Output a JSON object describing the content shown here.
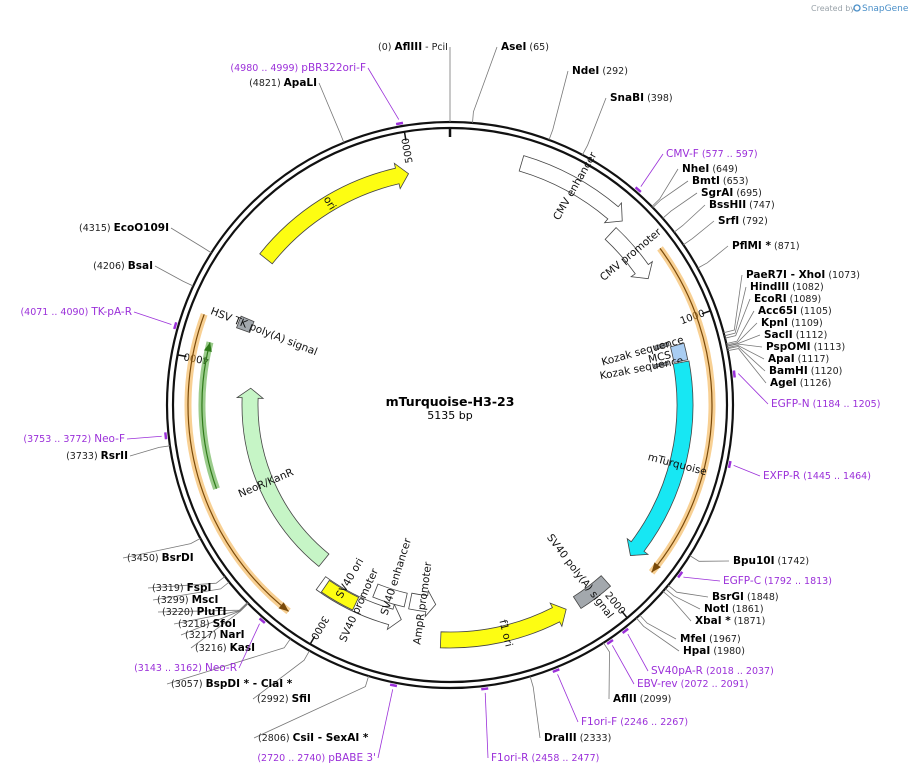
{
  "credit": {
    "prefix": "Created by",
    "brand": "SnapGene"
  },
  "plasmid": {
    "name": "mTurquoise-H3-23",
    "size_label": "5135 bp",
    "length": 5135
  },
  "ticks": [
    {
      "pos": 1000,
      "label": "1000"
    },
    {
      "pos": 2000,
      "label": "2000"
    },
    {
      "pos": 3000,
      "label": "3000"
    },
    {
      "pos": 4000,
      "label": "4000"
    },
    {
      "pos": 5000,
      "label": "5000"
    }
  ],
  "sites": [
    {
      "id": "s1",
      "name": "AflIII",
      "pre": "(0)",
      "post": "- PciI",
      "pos": 0
    },
    {
      "id": "s2",
      "name": "AseI",
      "post": "(65)",
      "pos": 65
    },
    {
      "id": "s3",
      "name": "NdeI",
      "post": "(292)",
      "pos": 292
    },
    {
      "id": "s4",
      "name": "SnaBI",
      "post": "(398)",
      "pos": 398
    },
    {
      "id": "s5",
      "name": "NheI",
      "post": "(649)",
      "pos": 649
    },
    {
      "id": "s6",
      "name": "BmtI",
      "post": "(653)",
      "pos": 653
    },
    {
      "id": "s7",
      "name": "SgrAI",
      "post": "(695)",
      "pos": 695
    },
    {
      "id": "s8",
      "name": "BssHII",
      "post": "(747)",
      "pos": 747
    },
    {
      "id": "s9",
      "name": "SrfI",
      "post": "(792)",
      "pos": 792
    },
    {
      "id": "s10",
      "name": "PflMI *",
      "post": "(871)",
      "pos": 871
    },
    {
      "id": "s11",
      "name": "PaeR7I",
      "mid": "- XhoI",
      "post": "(1073)",
      "pos": 1073
    },
    {
      "id": "s12",
      "name": "HindIII",
      "post": "(1082)",
      "pos": 1082
    },
    {
      "id": "s13",
      "name": "EcoRI",
      "post": "(1089)",
      "pos": 1089
    },
    {
      "id": "s14",
      "name": "Acc65I",
      "post": "(1105)",
      "pos": 1105
    },
    {
      "id": "s15",
      "name": "KpnI",
      "post": "(1109)",
      "pos": 1109
    },
    {
      "id": "s16",
      "name": "SacII",
      "post": "(1112)",
      "pos": 1112
    },
    {
      "id": "s17",
      "name": "PspOMI",
      "post": "(1113)",
      "pos": 1113
    },
    {
      "id": "s18",
      "name": "ApaI",
      "post": "(1117)",
      "pos": 1117
    },
    {
      "id": "s19",
      "name": "BamHI",
      "post": "(1120)",
      "pos": 1120
    },
    {
      "id": "s20",
      "name": "AgeI",
      "post": "(1126)",
      "pos": 1126
    },
    {
      "id": "s21",
      "name": "Bpu10I",
      "post": "(1742)",
      "pos": 1742
    },
    {
      "id": "s22",
      "name": "BsrGI",
      "post": "(1848)",
      "pos": 1848
    },
    {
      "id": "s23",
      "name": "NotI",
      "post": "(1861)",
      "pos": 1861
    },
    {
      "id": "s24",
      "name": "XbaI *",
      "post": "(1871)",
      "pos": 1871
    },
    {
      "id": "s25",
      "name": "MfeI",
      "post": "(1967)",
      "pos": 1967
    },
    {
      "id": "s26",
      "name": "HpaI",
      "post": "(1980)",
      "pos": 1980
    },
    {
      "id": "s27",
      "name": "AflII",
      "post": "(2099)",
      "pos": 2099
    },
    {
      "id": "s28",
      "name": "DraIII",
      "post": "(2333)",
      "pos": 2333
    },
    {
      "id": "s29",
      "name": "CsiI",
      "pre": "(2806)",
      "mid": "- SexAI *",
      "pos": 2806
    },
    {
      "id": "s30",
      "name": "SfiI",
      "pre": "(2992)",
      "pos": 2992
    },
    {
      "id": "s31",
      "name": "BspDI *",
      "pre": "(3057)",
      "mid": "- ClaI *",
      "pos": 3057
    },
    {
      "id": "s32",
      "name": "KasI",
      "pre": "(3216)",
      "pos": 3216
    },
    {
      "id": "s33",
      "name": "NarI",
      "pre": "(3217)",
      "pos": 3217
    },
    {
      "id": "s34",
      "name": "SfoI",
      "pre": "(3218)",
      "pos": 3218
    },
    {
      "id": "s35",
      "name": "PluTI",
      "pre": "(3220)",
      "pos": 3220
    },
    {
      "id": "s36",
      "name": "MscI",
      "pre": "(3299)",
      "pos": 3299
    },
    {
      "id": "s37",
      "name": "FspI",
      "pre": "(3319)",
      "pos": 3319
    },
    {
      "id": "s38",
      "name": "BsrDI",
      "pre": "(3450)",
      "pos": 3450
    },
    {
      "id": "s39",
      "name": "RsrII",
      "pre": "(3733)",
      "pos": 3733
    },
    {
      "id": "s40",
      "name": "BsaI",
      "pre": "(4206)",
      "pos": 4206
    },
    {
      "id": "s41",
      "name": "EcoO109I",
      "pre": "(4315)",
      "pos": 4315
    },
    {
      "id": "s42",
      "name": "ApaLI",
      "pre": "(4821)",
      "pos": 4821
    }
  ],
  "primers": [
    {
      "id": "p1",
      "name": "CMV-F",
      "range": "(577 .. 597)",
      "pos": 587
    },
    {
      "id": "p2",
      "name": "EGFP-N",
      "range": "(1184 .. 1205)",
      "pos": 1195
    },
    {
      "id": "p3",
      "name": "EXFP-R",
      "range": "(1445 .. 1464)",
      "pos": 1455
    },
    {
      "id": "p4",
      "name": "EGFP-C",
      "range": "(1792 .. 1813)",
      "pos": 1803
    },
    {
      "id": "p5",
      "name": "SV40pA-R",
      "range": "(2018 .. 2037)",
      "pos": 2028
    },
    {
      "id": "p6",
      "name": "EBV-rev",
      "range": "(2072 .. 2091)",
      "pos": 2082
    },
    {
      "id": "p7",
      "name": "F1ori-F",
      "range": "(2246 .. 2267)",
      "pos": 2257
    },
    {
      "id": "p8",
      "name": "F1ori-R",
      "range": "(2458 .. 2477)",
      "pos": 2468
    },
    {
      "id": "p9",
      "name": "pBABE 3'",
      "range": "(2720 .. 2740)",
      "pos": 2730
    },
    {
      "id": "p10",
      "name": "Neo-R",
      "range": "(3143 .. 3162)",
      "pos": 3153
    },
    {
      "id": "p11",
      "name": "Neo-F",
      "range": "(3753 .. 3772)",
      "pos": 3763
    },
    {
      "id": "p12",
      "name": "TK-pA-R",
      "range": "(4071 .. 4090)",
      "pos": 4081
    },
    {
      "id": "p13",
      "name": "pBR322ori-F",
      "range": "(4980 .. 4999)",
      "pos": 4990
    }
  ],
  "features": [
    {
      "id": "f1",
      "name": "CMV enhancer",
      "start": 235,
      "end": 615,
      "color": "#ffffff",
      "dir": 1
    },
    {
      "id": "f2",
      "name": "CMV promoter",
      "start": 615,
      "end": 820,
      "color": "#ffffff",
      "dir": 1
    },
    {
      "id": "f3",
      "name": "Kozak sequence",
      "start": 1055,
      "end": 1068,
      "color": "#9aa0a6",
      "dir": 0
    },
    {
      "id": "f4",
      "name": "MCS",
      "start": 1073,
      "end": 1130,
      "color": "#a9cdf2",
      "dir": 0
    },
    {
      "id": "f5",
      "name": "Kozak sequence",
      "start": 1125,
      "end": 1135,
      "color": "#9aa0a6",
      "dir": 0
    },
    {
      "id": "f6",
      "name": "mTurquoise",
      "start": 1135,
      "end": 1852,
      "color": "#17e7f3",
      "dir": 1
    },
    {
      "id": "f7",
      "name": "SV40 poly(A) signal",
      "start": 1975,
      "end": 2100,
      "color": "#a3a8ad",
      "dir": 0
    },
    {
      "id": "f8",
      "name": "f1 ori",
      "start": 2145,
      "end": 2600,
      "color": "#fdfd12",
      "dir": -1
    },
    {
      "id": "f9",
      "name": "AmpR promoter",
      "start": 2626,
      "end": 2731,
      "color": "#ffffff",
      "dir": -1
    },
    {
      "id": "f10",
      "name": "SV40 promoter",
      "start": 2750,
      "end": 3080,
      "color": "#ffffff",
      "dir": -1
    },
    {
      "id": "f11",
      "name": "SV40 enhancer",
      "start": 2750,
      "end": 2880,
      "color": "#ffffff",
      "dir": 0
    },
    {
      "id": "f12",
      "name": "SV40 ori",
      "start": 2930,
      "end": 3060,
      "color": "#fdfd12",
      "dir": 0
    },
    {
      "id": "f13",
      "name": "NeoR/KanR",
      "start": 3125,
      "end": 3920,
      "color": "#c6f5c6",
      "dir": 1
    },
    {
      "id": "f14",
      "name": "HSV TK poly(A) signal",
      "start": 4135,
      "end": 4180,
      "color": "#a3a8ad",
      "dir": 0
    },
    {
      "id": "f15",
      "name": "ori",
      "start": 4400,
      "end": 4990,
      "color": "#fdfd12",
      "dir": 1
    }
  ],
  "orfs": [
    {
      "id": "o1",
      "start": 760,
      "end": 1850,
      "dir": 1,
      "color": "#f3a93b"
    },
    {
      "id": "o2",
      "start": 3110,
      "end": 4140,
      "dir": -1,
      "color": "#f3a93b"
    },
    {
      "id": "o3",
      "start": 3570,
      "end": 4060,
      "dir": 1,
      "color": "#48a32e"
    }
  ]
}
